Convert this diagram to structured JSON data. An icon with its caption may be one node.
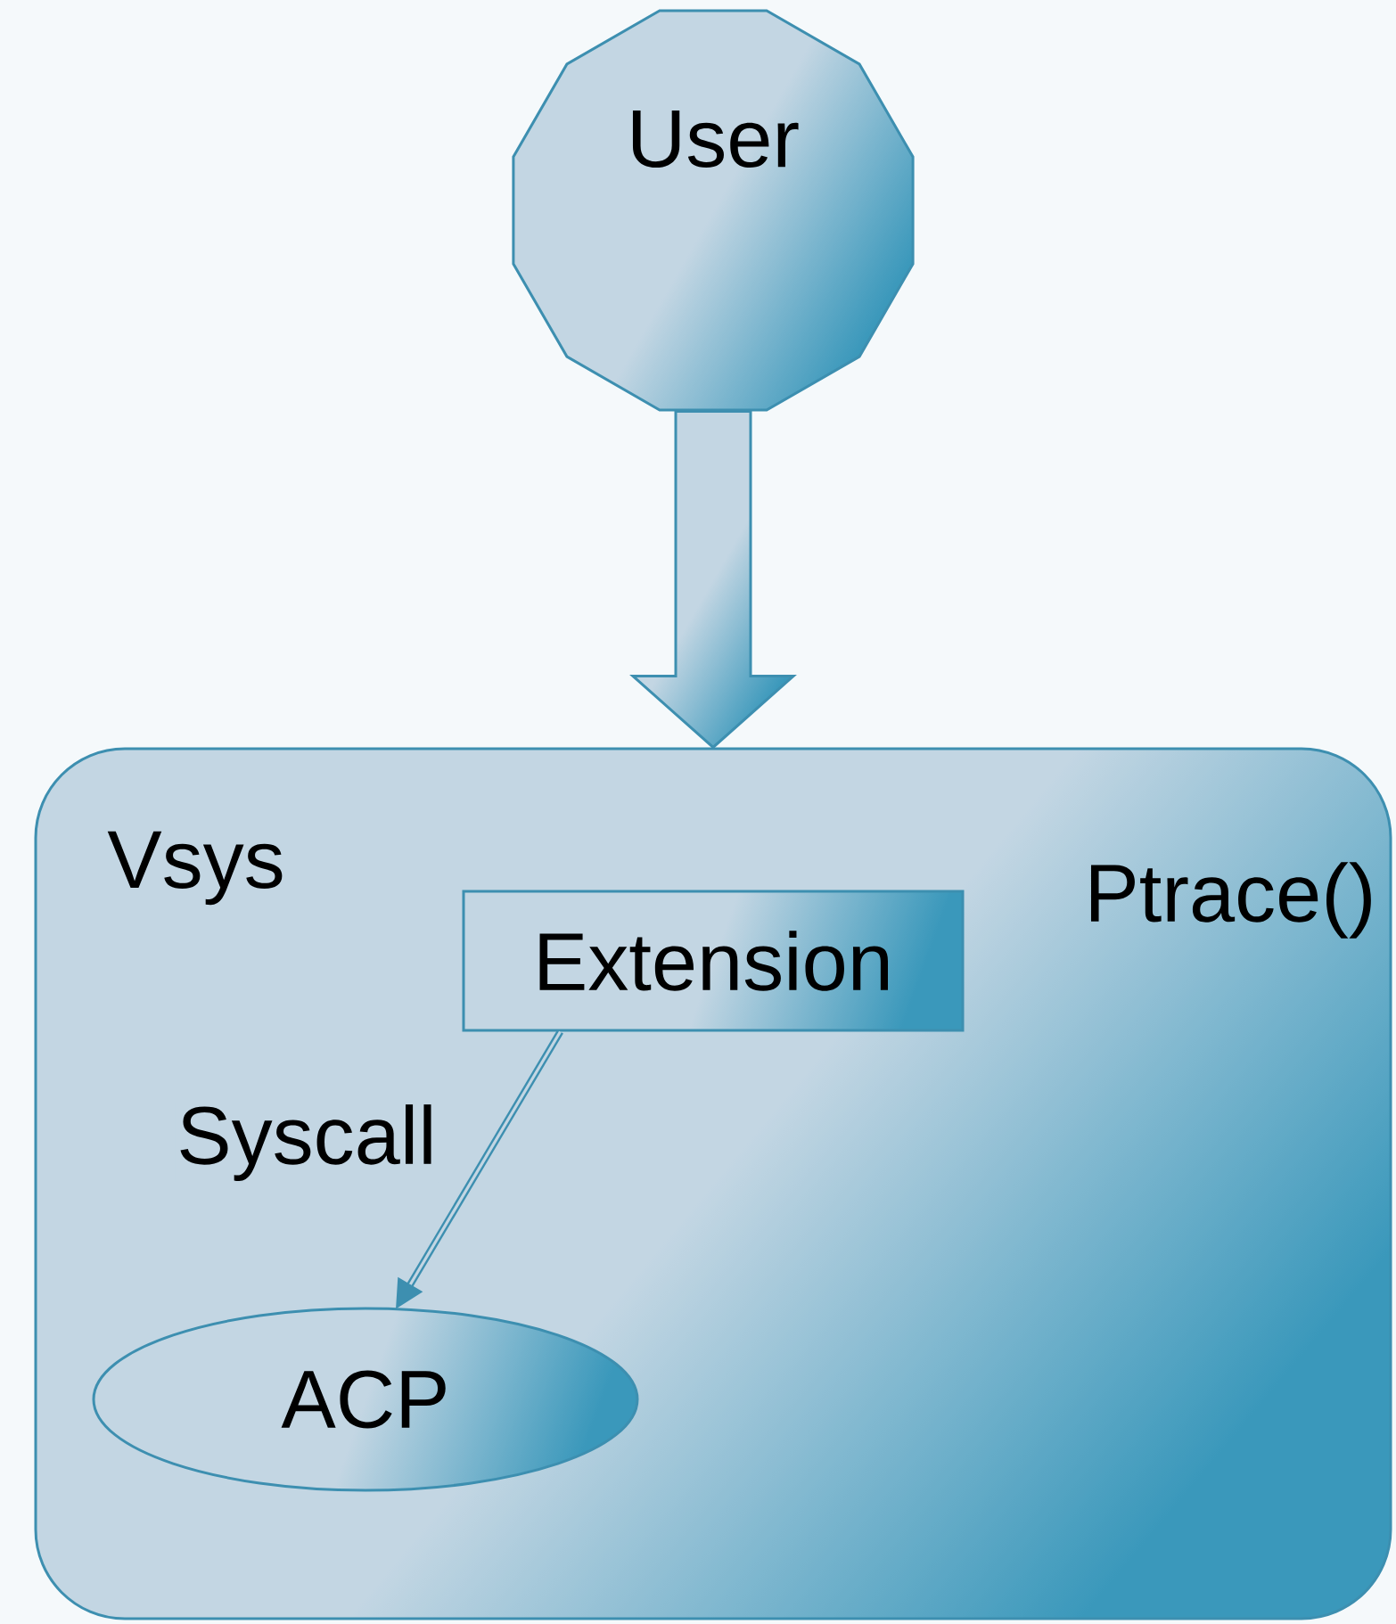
{
  "diagram": {
    "nodes": [
      {
        "text": [
          "User"
        ]
      },
      {
        "text": [
          "Vsys",
          "Ptrace()"
        ]
      },
      {
        "text": [
          "Extension"
        ],
        "in": 1
      },
      {
        "text": [
          "ACP"
        ],
        "in": 1
      }
    ],
    "edges": [
      {
        "from": 0,
        "to": 1,
        "arrow": "to",
        "style": "thick"
      },
      {
        "from": 2,
        "to": 3,
        "arrow": "to",
        "label": "Syscall"
      }
    ]
  }
}
